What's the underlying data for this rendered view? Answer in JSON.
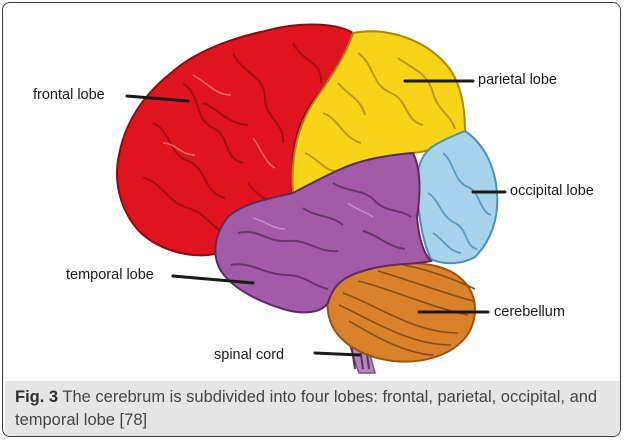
{
  "figure": {
    "labels": {
      "frontal": "frontal lobe",
      "parietal": "parietal lobe",
      "occipital": "occipital lobe",
      "temporal": "temporal lobe",
      "cerebellum": "cerebellum",
      "spinal": "spinal cord"
    },
    "caption": {
      "number": "Fig. 3",
      "text": "The cerebrum is subdivided into four lobes: frontal, parietal, occipital, and temporal lobe [78]"
    }
  },
  "colors": {
    "frontal": "#e0141e",
    "parietal": "#f7d417",
    "occipital": "#a8d3ec",
    "temporal": "#a35aa8",
    "cerebellum": "#d9822b",
    "brainstem": "#b289b5"
  }
}
